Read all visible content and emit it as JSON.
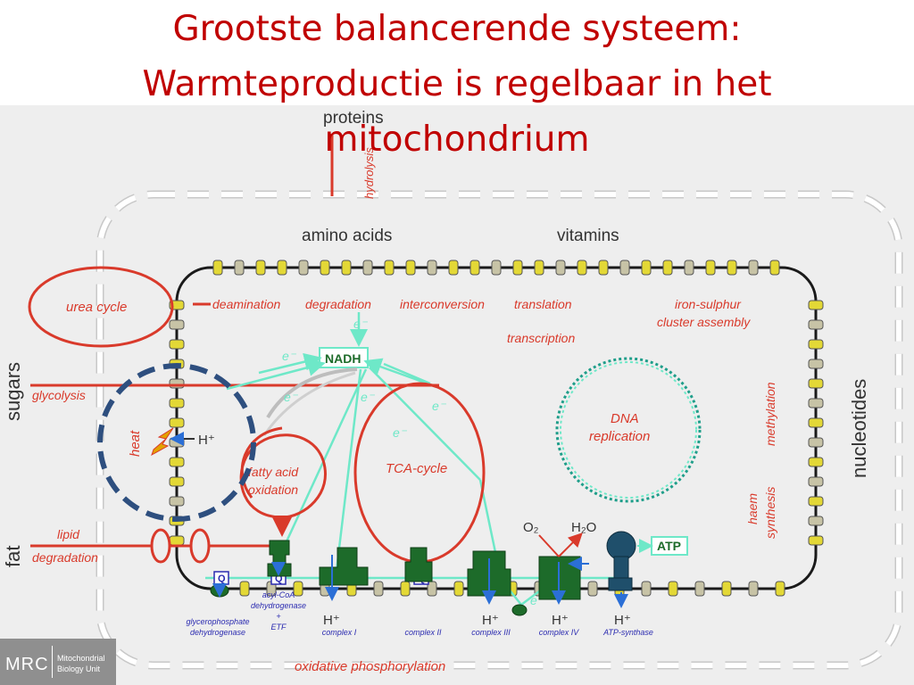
{
  "title": {
    "line1": "Grootste balancerende systeem:",
    "line2": "Warmteproductie is regelbaar in het",
    "line3": "mitochondrium"
  },
  "labels": {
    "proteins": "proteins",
    "hydrolysis": "hydrolysis",
    "amino_acids": "amino acids",
    "vitamins": "vitamins",
    "sugars": "sugars",
    "fat": "fat",
    "nucleotides": "nucleotides",
    "urea_cycle": "urea cycle",
    "glycolysis": "glycolysis",
    "heat": "heat",
    "h_plus": "H⁺",
    "lipid": "lipid",
    "degradation": "degradation",
    "deamination": "deamination",
    "degradation_top": "degradation",
    "interconversion": "interconversion",
    "translation": "translation",
    "iron_sulphur_1": "iron-sulphur",
    "iron_sulphur_2": "cluster assembly",
    "transcription": "transcription",
    "nadh": "NADH",
    "e_minus": "e⁻",
    "fatty_acid_1": "fatty acid",
    "fatty_acid_2": "oxidation",
    "tca_cycle": "TCA-cycle",
    "dna_1": "DNA",
    "dna_2": "replication",
    "methylation": "methylation",
    "haem_1": "haem",
    "haem_2": "synthesis",
    "o2": "O₂",
    "h2o": "H₂O",
    "atp": "ATP",
    "q": "Q",
    "acyl_1": "acyl-CoA",
    "acyl_2": "dehydrogenase",
    "acyl_3": "+",
    "acyl_4": "ETF",
    "glycero_1": "glycerophosphate",
    "glycero_2": "dehydrogenase",
    "complex_1": "complex I",
    "complex_2": "complex II",
    "complex_3": "complex III",
    "complex_4": "complex IV",
    "atp_synthase": "ATP-synthase",
    "oxphos": "oxidative phosphorylation"
  },
  "logo": {
    "text": "MRC",
    "unit_line1": "Mitochondrial",
    "unit_line2": "Biology Unit"
  },
  "colors": {
    "title": "#c00000",
    "pathway_red": "#d93a2b",
    "electron_cyan": "#6ee8c8",
    "complex_green": "#1d6b2a",
    "atp_synthase_blue": "#1f4f6b",
    "membrane_yellow": "#e3d836",
    "highlight_circle": "#2e4f7f"
  }
}
